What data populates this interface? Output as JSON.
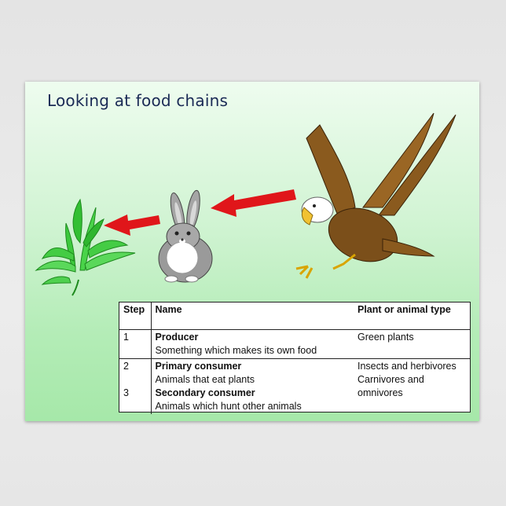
{
  "title": "Looking at food chains",
  "table": {
    "headers": {
      "step": "Step",
      "name": "Name",
      "type": "Plant or animal type"
    },
    "rows": [
      {
        "step": "1",
        "name": "Producer",
        "description": "Something which makes its own food",
        "type": "Green plants"
      },
      {
        "step": "2",
        "name": "Primary consumer",
        "description": "Animals that eat plants",
        "type": "Insects and herbivores"
      },
      {
        "step": "3",
        "name": "Secondary consumer",
        "description": "Animals which hunt other animals",
        "type": "Carnivores and omnivores"
      }
    ]
  },
  "colors": {
    "arrow": "#e0161a",
    "title": "#1a2a55",
    "background_top": "#eefcef",
    "background_bottom": "#a6e8a9"
  },
  "illustrations": [
    "plant-illustration",
    "rabbit-illustration",
    "eagle-illustration"
  ]
}
